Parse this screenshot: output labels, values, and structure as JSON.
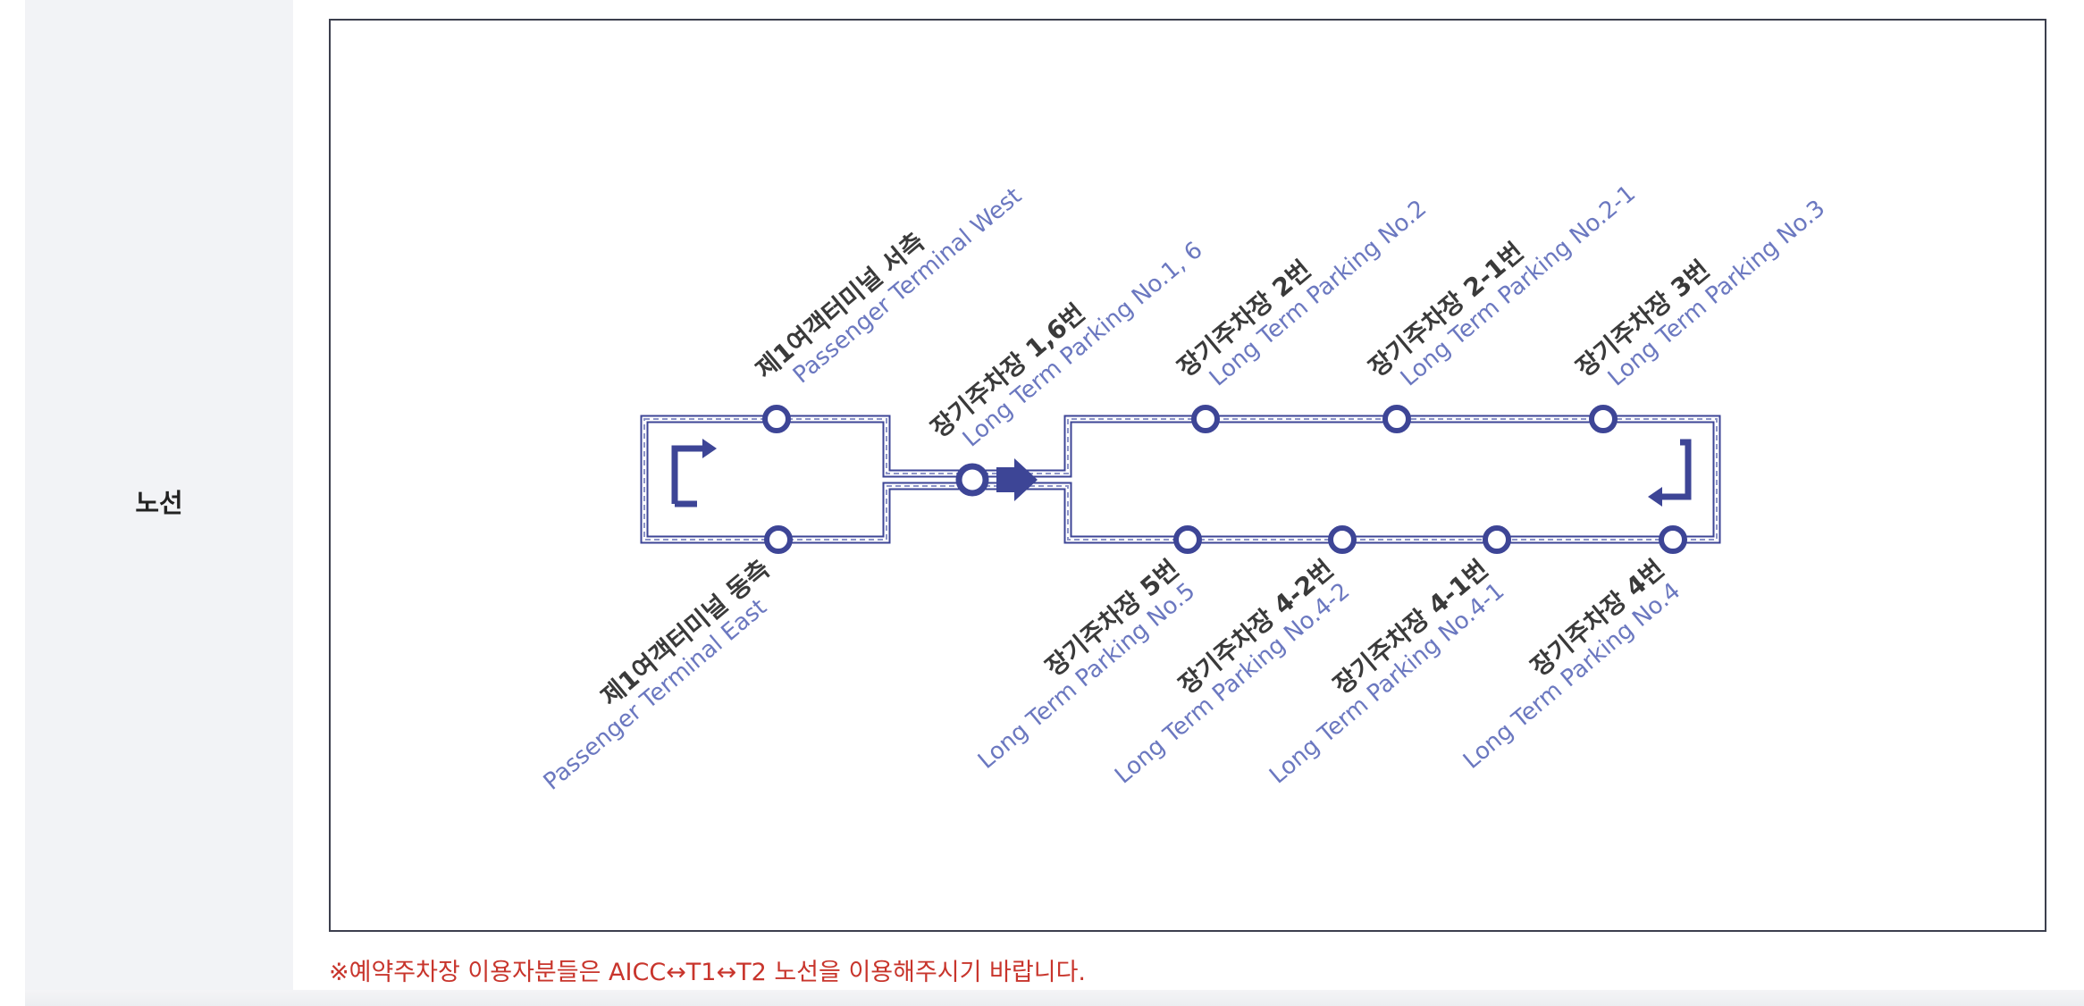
{
  "row_label": "노선",
  "notice": "※예약주차장 이용자분들은 AICC↔T1↔T2 노선을 이용해주시기 바랍니다.",
  "colors": {
    "route": "#3d4596",
    "stop_text_ko": "#3a3a3a",
    "stop_text_en": "#6b78c0",
    "notice": "#c8352c",
    "label_bg": "#f2f3f6"
  },
  "stops": {
    "t1_west": {
      "ko": "제1여객터미널 서측",
      "en": "Passenger Terminal West"
    },
    "t1_east": {
      "ko": "제1여객터미널 동측",
      "en": "Passenger Terminal East"
    },
    "p16": {
      "ko": "장기주차장 1,6번",
      "en": "Long Term Parking No.1, 6"
    },
    "p2": {
      "ko": "장기주차장 2번",
      "en": "Long Term Parking No.2"
    },
    "p21": {
      "ko": "장기주차장 2-1번",
      "en": "Long Term Parking No.2-1"
    },
    "p3": {
      "ko": "장기주차장 3번",
      "en": "Long Term Parking No.3"
    },
    "p5": {
      "ko": "장기주차장 5번",
      "en": "Long Term Parking No.5"
    },
    "p42": {
      "ko": "장기주차장 4-2번",
      "en": "Long Term Parking No.4-2"
    },
    "p41": {
      "ko": "장기주차장 4-1번",
      "en": "Long Term Parking No.4-1"
    },
    "p4": {
      "ko": "장기주차장 4번",
      "en": "Long Term Parking No.4"
    }
  },
  "icons": {
    "start_turn": "turn-right-arrow-icon",
    "end_turn": "turn-left-arrow-icon",
    "direction": "direction-arrow-icon"
  }
}
